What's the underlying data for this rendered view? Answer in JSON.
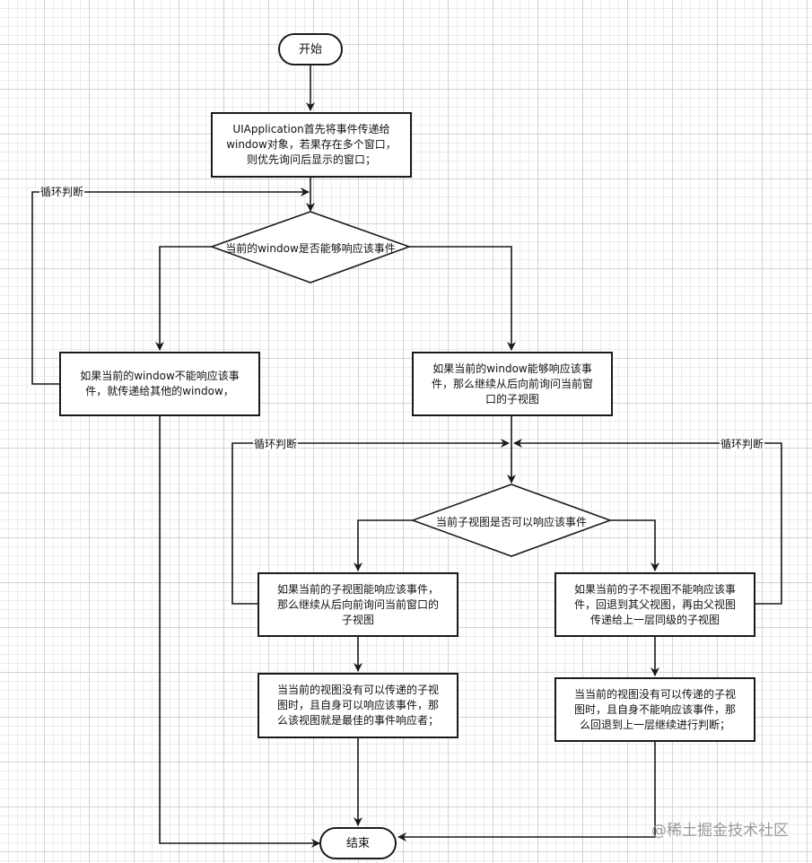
{
  "flowchart": {
    "start": "开始",
    "step_window_dispatch": "UIApplication首先将事件传递给\nwindow对象，若果存在多个窗口，\n则优先询问后显示的窗口；",
    "decision_window": "当前的window是否能够响应该事件",
    "window_no": "如果当前的window不能响应该事件，就传递给其他的window，",
    "window_yes": "如果当前的window能够响应该事\n件，那么继续从后向前询问当前窗\n口的子视图",
    "decision_subview": "当前子视图是否可以响应该事件",
    "subview_yes": "如果当前的子视图能响应该事件，\n那么继续从后向前询问当前窗口的\n子视图",
    "subview_no": "如果当前的子不视图不能响应该事\n件，回退到其父视图，再由父视图\n传递给上一层同级的子视图",
    "best_responder": "当当前的视图没有可以传递的子视\n图时，且自身可以响应该事件，那\n么该视图就是最佳的事件响应者；",
    "fallback": "当当前的视图没有可以传递的子视\n图时，且自身不能响应该事件，那\n么回退到上一层继续进行判断；",
    "end": "结束",
    "loop_label_1": "循环判断",
    "loop_label_2": "循环判断",
    "loop_label_3": "循环判断"
  },
  "watermark": "@稀土掘金技术社区",
  "colors": {
    "stroke": "#1a1a1a",
    "grid_major": "#d3d3d3",
    "grid_minor": "#ececec",
    "watermark": "#9a9a9a"
  }
}
